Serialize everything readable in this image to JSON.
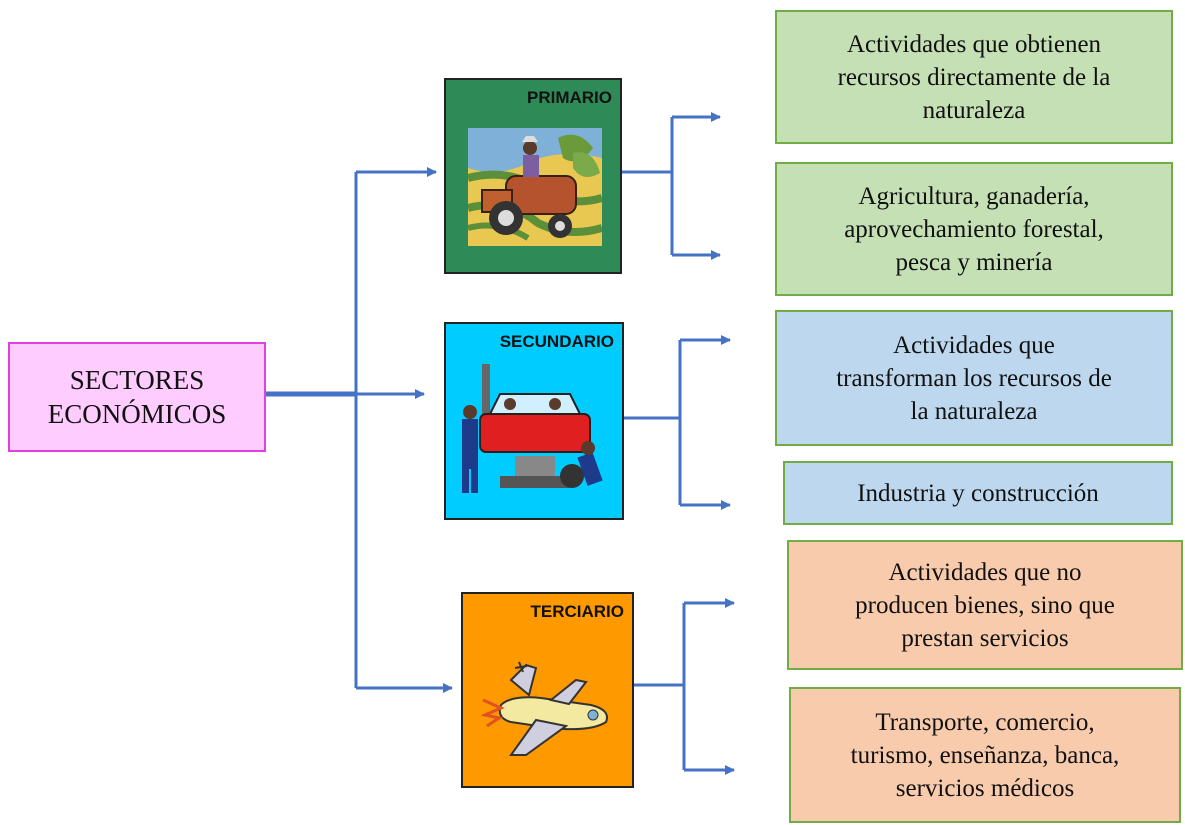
{
  "root": {
    "lines": [
      "SECTORES",
      "ECONÓMICOS"
    ]
  },
  "sectors": [
    {
      "title": "PRIMARIO",
      "color": "#2e8b57",
      "icon": "farmer-tractor-icon"
    },
    {
      "title": "SECUNDARIO",
      "color": "#00ccff",
      "icon": "mechanics-car-icon"
    },
    {
      "title": "TERCIARIO",
      "color": "#ff9900",
      "icon": "airplane-icon"
    }
  ],
  "descriptions": [
    {
      "lines": [
        "Actividades que obtienen",
        "recursos directamente de la",
        "naturaleza"
      ]
    },
    {
      "lines": [
        "Agricultura, ganadería,",
        "aprovechamiento forestal,",
        "pesca y minería"
      ]
    },
    {
      "lines": [
        "Actividades que",
        "transforman los recursos de",
        "la naturaleza"
      ]
    },
    {
      "lines": [
        "Industria y construcción"
      ]
    },
    {
      "lines": [
        "Actividades que no",
        "producen bienes, sino que",
        "prestan servicios"
      ]
    },
    {
      "lines": [
        "Transporte, comercio,",
        "turismo, enseñanza, banca,",
        "servicios médicos"
      ]
    }
  ],
  "colors": {
    "connector": "#4472c4",
    "green_fill": "#c5e0b4",
    "blue_fill": "#bdd7ee",
    "orange_fill": "#f8cbad",
    "box_border": "#70ad47",
    "root_fill": "#ffccff",
    "root_border": "#e040e0"
  }
}
